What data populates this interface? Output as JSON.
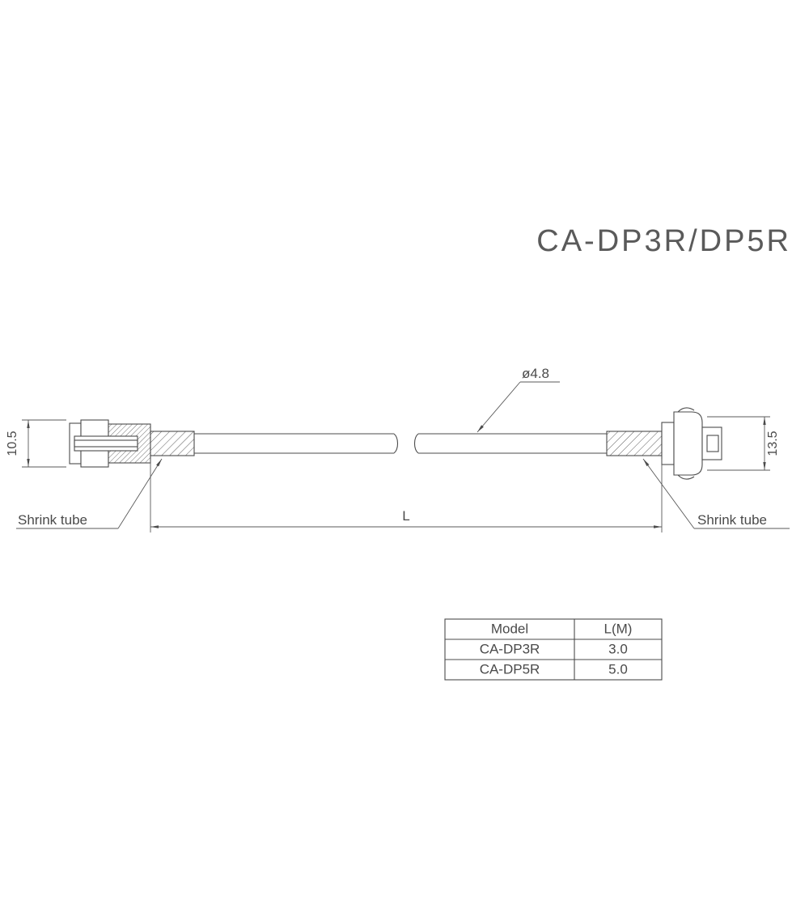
{
  "title": "CA-DP3R/DP5R",
  "colors": {
    "line": "#4b4b4b",
    "background": "#ffffff"
  },
  "dimensions": {
    "left_height": "10.5",
    "right_height": "13.5",
    "cable_diameter": "ø4.8",
    "length_label": "L"
  },
  "labels": {
    "shrink_tube_left": "Shrink tube",
    "shrink_tube_right": "Shrink tube"
  },
  "table": {
    "headers": [
      "Model",
      "L(M)"
    ],
    "rows": [
      [
        "CA-DP3R",
        "3.0"
      ],
      [
        "CA-DP5R",
        "5.0"
      ]
    ]
  }
}
